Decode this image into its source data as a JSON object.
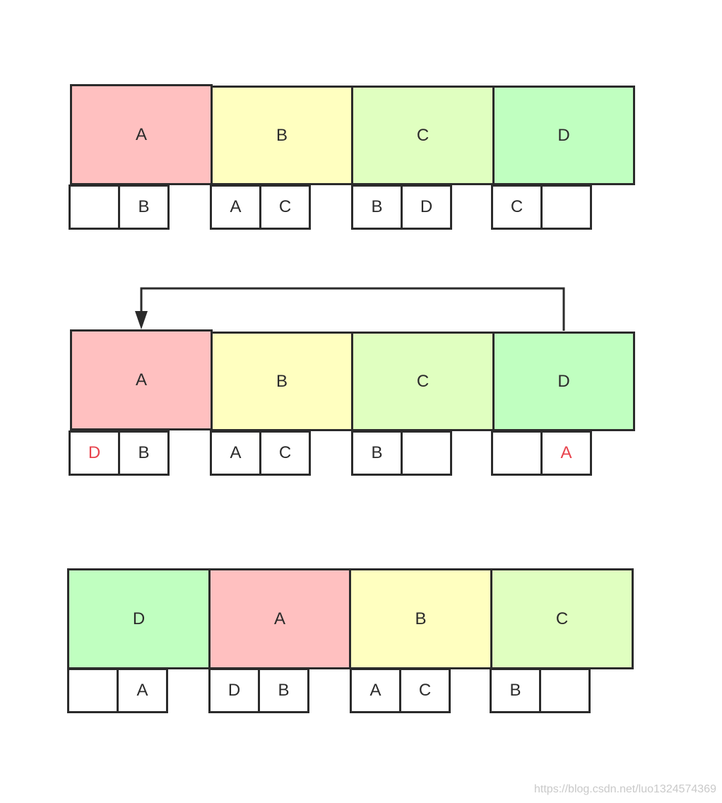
{
  "colors": {
    "A": "#ffc0c0",
    "B": "#ffffc0",
    "C": "#e0ffc0",
    "D": "#c0ffc0",
    "highlight": "#e8434d",
    "text": "#2b2b2b",
    "border": "#2b2b2b"
  },
  "rows": [
    {
      "nodes": [
        {
          "label": "A",
          "color": "A",
          "prev": "",
          "next": "B"
        },
        {
          "label": "B",
          "color": "B",
          "prev": "A",
          "next": "C"
        },
        {
          "label": "C",
          "color": "C",
          "prev": "B",
          "next": "D"
        },
        {
          "label": "D",
          "color": "D",
          "prev": "C",
          "next": ""
        }
      ]
    },
    {
      "nodes": [
        {
          "label": "A",
          "color": "A",
          "prev": "D",
          "next": "B",
          "prev_highlight": true
        },
        {
          "label": "B",
          "color": "B",
          "prev": "A",
          "next": "C"
        },
        {
          "label": "C",
          "color": "C",
          "prev": "B",
          "next": ""
        },
        {
          "label": "D",
          "color": "D",
          "prev": "",
          "next": "A",
          "next_highlight": true
        }
      ],
      "arrow": {
        "from": "D",
        "to": "A"
      }
    },
    {
      "nodes": [
        {
          "label": "D",
          "color": "D",
          "prev": "",
          "next": "A"
        },
        {
          "label": "A",
          "color": "A",
          "prev": "D",
          "next": "B"
        },
        {
          "label": "B",
          "color": "B",
          "prev": "A",
          "next": "C"
        },
        {
          "label": "C",
          "color": "C",
          "prev": "B",
          "next": ""
        }
      ]
    }
  ],
  "watermark": "https://blog.csdn.net/luo1324574369"
}
